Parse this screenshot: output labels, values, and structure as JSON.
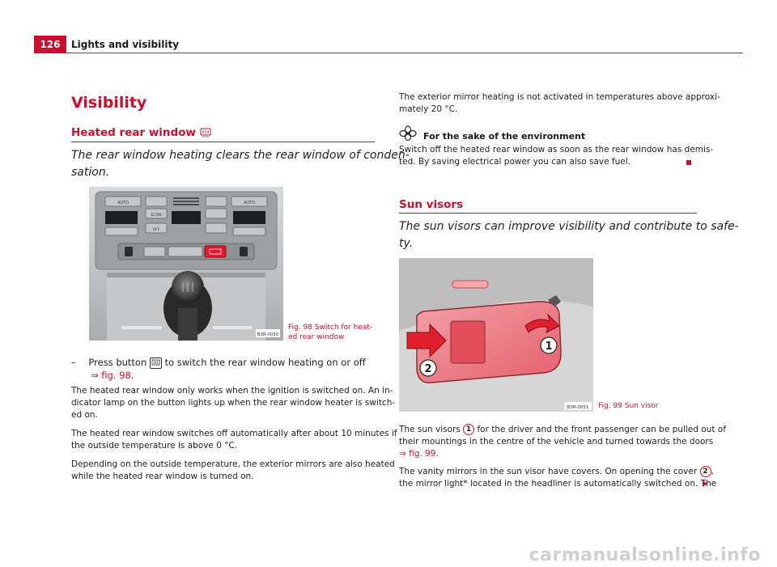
{
  "header": {
    "page_number": "126",
    "section": "Lights and visibility"
  },
  "left": {
    "title": "Visibility",
    "heading1": "Heated rear window",
    "lead_line1": "The rear window heating clears the rear window of conden-",
    "lead_line2": "sation.",
    "fig98_tag": "B3R-0050",
    "fig98_caption_line1": "Fig. 98   Switch for heat-",
    "fig98_caption_line2": "ed rear window",
    "bullet_dash": "–",
    "bullet_pre": "Press button",
    "bullet_post": "to switch the rear window heating on or off",
    "bullet_ref": "⇒ fig. 98",
    "bullet_end": ".",
    "p1_l1": "The heated rear window only works when the ignition is switched on. An in-",
    "p1_l2": "dicator lamp on the button lights up when the rear window heater is switch-",
    "p1_l3": "ed on.",
    "p2_l1": "The heated rear window switches off automatically after about 10 minutes if",
    "p2_l2": "the outside temperature is above 0 °C.",
    "p3_l1": "Depending on the outside temperature, the exterior mirrors are also heated",
    "p3_l2": "while the heated rear window is turned on.",
    "panel_labels": {
      "auto_left": "AUTO",
      "auto_right": "AUTO",
      "econ": "ECON",
      "off": "OFF"
    }
  },
  "right": {
    "p0_l1": "The exterior mirror heating is not activated in temperatures above approxi-",
    "p0_l2": "mately 20 °C.",
    "env_heading": "For the sake of the environment",
    "env_l1": "Switch off the heated rear window as soon as the rear window has demis-",
    "env_l2": "ted. By saving electrical power you can also save fuel.",
    "heading2": "Sun visors",
    "lead_line1": "The sun visors can improve visibility and contribute to safe-",
    "lead_line2": "ty.",
    "fig99_tag": "B3R-0051",
    "fig99_caption": "Fig. 99   Sun visor",
    "callout1": "1",
    "callout2": "2",
    "p1_pre": "The sun visors",
    "p1_post": "for the driver and the front passenger can be pulled out of",
    "p1_l2": "their mountings in the centre of the vehicle and turned towards the doors",
    "p1_ref": "⇒ fig. 99",
    "p1_end": ".",
    "p2_pre": "The vanity mirrors in the sun visor have covers. On opening the cover",
    "p2_post": ",",
    "p2_l2": "the mirror light* located in the headliner is automatically switched on. The"
  },
  "watermark": "carmanualsonline.info",
  "colors": {
    "accent": "#c8102e",
    "text": "#222222"
  }
}
